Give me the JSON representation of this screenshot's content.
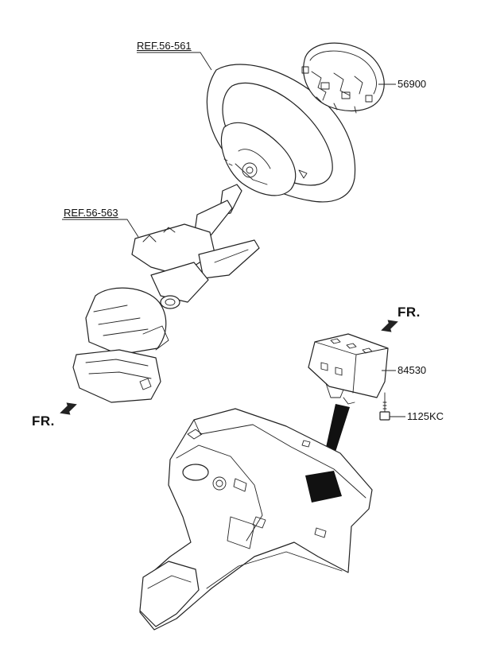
{
  "callouts": {
    "steering_wheel_ref": "REF.56-561",
    "driver_airbag": "56900",
    "steering_column_ref": "REF.56-563",
    "passenger_airbag": "84530",
    "bolt": "1125KC"
  },
  "directions": {
    "front_upper": "FR.",
    "front_lower": "FR."
  }
}
